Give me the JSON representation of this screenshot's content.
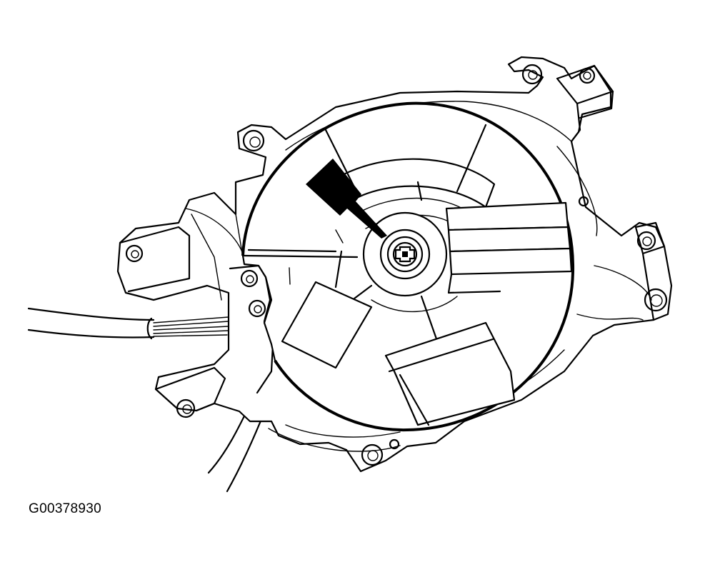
{
  "figure": {
    "code": "G00378930",
    "components": [
      "actuator-housing",
      "cover-disc",
      "center-screw",
      "pointer-arrow",
      "wire-harness",
      "mounting-tab"
    ]
  },
  "colors": {
    "ink": "#000000",
    "paper": "#ffffff"
  }
}
